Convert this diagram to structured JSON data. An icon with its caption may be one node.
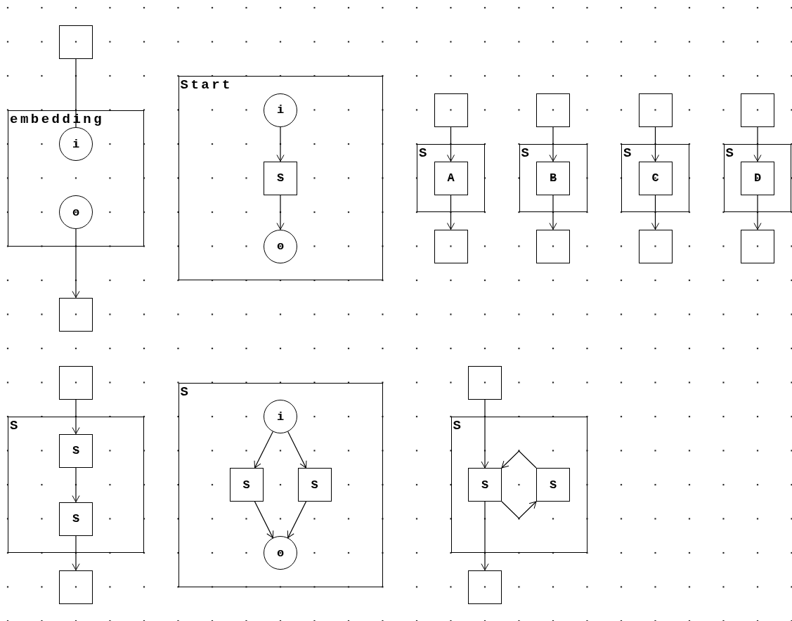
{
  "diagram": {
    "nodes": [
      {
        "text": [],
        "shape": "box"
      },
      {
        "text": [
          "embedding"
        ]
      },
      {
        "text": [
          "i"
        ],
        "in": 1
      },
      {
        "text": [
          "o"
        ],
        "in": 1
      },
      {
        "text": [],
        "shape": "box"
      },
      {
        "text": [
          "Start"
        ]
      },
      {
        "text": [
          "i"
        ],
        "in": 5
      },
      {
        "text": [
          "S"
        ],
        "in": 5
      },
      {
        "text": [
          "o"
        ],
        "in": 5
      },
      {
        "text": [],
        "shape": "box"
      },
      {
        "text": [
          "S"
        ]
      },
      {
        "text": [
          "A"
        ],
        "in": 10
      },
      {
        "text": [],
        "shape": "box"
      },
      {
        "text": [],
        "shape": "box"
      },
      {
        "text": [
          "S"
        ]
      },
      {
        "text": [
          "B"
        ],
        "in": 14
      },
      {
        "text": [],
        "shape": "box"
      },
      {
        "text": [],
        "shape": "box"
      },
      {
        "text": [
          "S"
        ]
      },
      {
        "text": [
          "C"
        ],
        "in": 18
      },
      {
        "text": [],
        "shape": "box"
      },
      {
        "text": [],
        "shape": "box"
      },
      {
        "text": [
          "S"
        ]
      },
      {
        "text": [
          "D"
        ],
        "in": 22
      },
      {
        "text": [],
        "shape": "box"
      },
      {
        "text": [],
        "shape": "box"
      },
      {
        "text": [
          "S"
        ]
      },
      {
        "text": [
          "S"
        ],
        "in": 26
      },
      {
        "text": [
          "S"
        ],
        "in": 26
      },
      {
        "text": [],
        "shape": "box"
      },
      {
        "text": [
          "S"
        ]
      },
      {
        "text": [
          "i"
        ],
        "in": 30
      },
      {
        "text": [
          "S"
        ],
        "in": 30
      },
      {
        "text": [
          "S"
        ],
        "in": 30
      },
      {
        "text": [
          "o"
        ],
        "in": 30
      },
      {
        "text": [],
        "shape": "box"
      },
      {
        "text": [
          "S"
        ]
      },
      {
        "text": [
          "S"
        ],
        "in": 36
      },
      {
        "text": [
          "S"
        ],
        "in": 36
      },
      {
        "text": [],
        "shape": "box"
      }
    ],
    "edges": [
      {
        "from": 0,
        "to": 2,
        "arrow": "none"
      },
      {
        "from": 3,
        "to": 4,
        "arrow": "to"
      },
      {
        "from": 6,
        "to": 7,
        "arrow": "to"
      },
      {
        "from": 7,
        "to": 8,
        "arrow": "to"
      },
      {
        "from": 9,
        "to": 11,
        "arrow": "to"
      },
      {
        "from": 11,
        "to": 12,
        "arrow": "to"
      },
      {
        "from": 13,
        "to": 15,
        "arrow": "to"
      },
      {
        "from": 15,
        "to": 16,
        "arrow": "to"
      },
      {
        "from": 17,
        "to": 19,
        "arrow": "to"
      },
      {
        "from": 19,
        "to": 20,
        "arrow": "to"
      },
      {
        "from": 21,
        "to": 23,
        "arrow": "to"
      },
      {
        "from": 23,
        "to": 24,
        "arrow": "to"
      },
      {
        "from": 25,
        "to": 27,
        "arrow": "to"
      },
      {
        "from": 27,
        "to": 28,
        "arrow": "to"
      },
      {
        "from": 28,
        "to": 29,
        "arrow": "to"
      },
      {
        "from": 31,
        "to": 32,
        "arrow": "to"
      },
      {
        "from": 31,
        "to": 33,
        "arrow": "to"
      },
      {
        "from": 32,
        "to": 34,
        "arrow": "to"
      },
      {
        "from": 33,
        "to": 34,
        "arrow": "to"
      },
      {
        "from": 35,
        "to": 37,
        "arrow": "to"
      },
      {
        "from": 37,
        "to": 39,
        "arrow": "to"
      },
      {
        "from": 37,
        "to": 38,
        "arrow": "to"
      },
      {
        "from": 38,
        "to": 37,
        "arrow": "to"
      }
    ]
  }
}
